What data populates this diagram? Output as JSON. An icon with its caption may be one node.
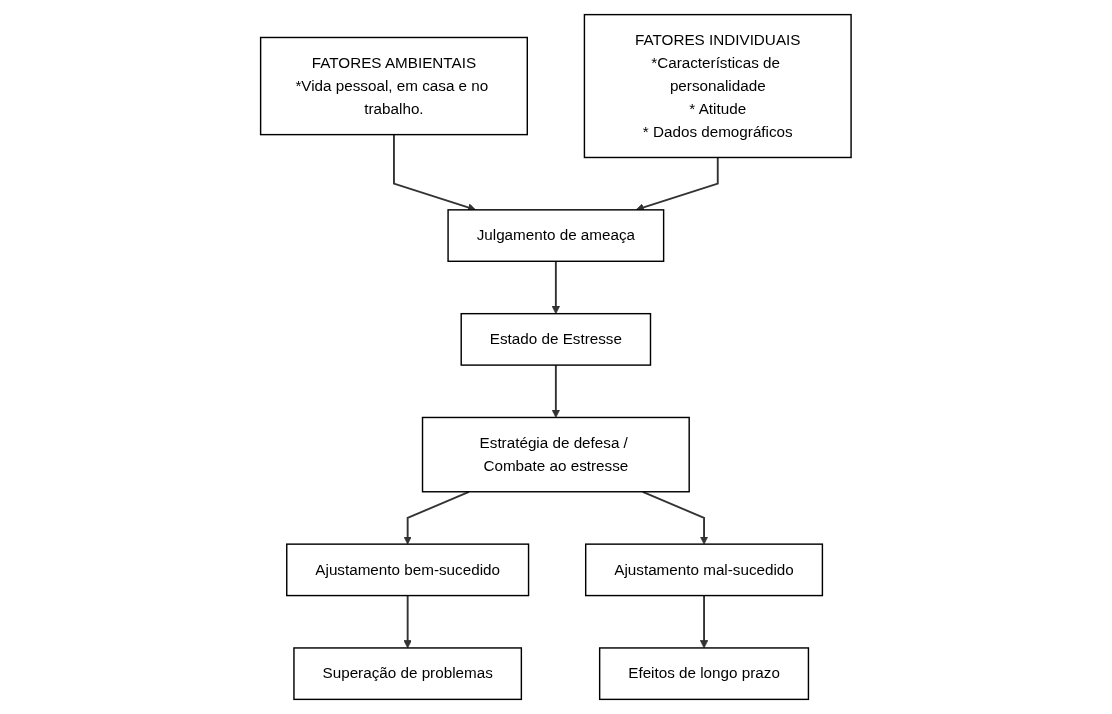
{
  "diagram": {
    "nodes": [
      {
        "text": [
          "FATORES AMBIENTAIS",
          "*Vida pessoal, em casa e no trabalho."
        ]
      },
      {
        "text": [
          "Julgamento de ameaça"
        ]
      },
      {
        "text": [
          "FATORES INDIVIDUAIS",
          "*Características de personalidade",
          "* Atitude",
          "* Dados demográficos"
        ]
      },
      {
        "text": [
          "Estado de Estresse"
        ]
      },
      {
        "text": [
          "Estratégia de defesa / Combate ao estresse"
        ]
      },
      {
        "text": [
          "Ajustamento bem-sucedido"
        ]
      },
      {
        "text": [
          "Ajustamento mal-sucedido"
        ]
      },
      {
        "text": [
          "Superação de problemas"
        ]
      },
      {
        "text": [
          "Efeitos de longo prazo"
        ]
      }
    ],
    "edges": [
      {
        "from": 0,
        "to": 1,
        "arrow": "to"
      },
      {
        "from": 2,
        "to": 1,
        "arrow": "to"
      },
      {
        "from": 1,
        "to": 3,
        "arrow": "to"
      },
      {
        "from": 3,
        "to": 4,
        "arrow": "to"
      },
      {
        "from": 4,
        "to": 5,
        "arrow": "to"
      },
      {
        "from": 4,
        "to": 6,
        "arrow": "to"
      },
      {
        "from": 5,
        "to": 7,
        "arrow": "to"
      },
      {
        "from": 6,
        "to": 8,
        "arrow": "to"
      }
    ]
  }
}
